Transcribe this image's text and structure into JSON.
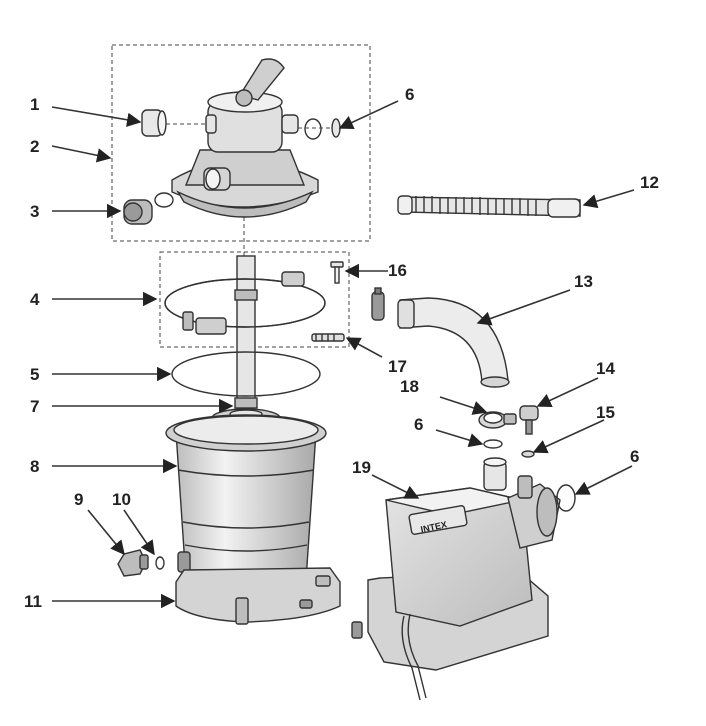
{
  "callouts": [
    "1",
    "2",
    "3",
    "4",
    "5",
    "6",
    "7",
    "8",
    "9",
    "10",
    "11",
    "12",
    "13",
    "14",
    "15",
    "16",
    "17",
    "18",
    "19"
  ],
  "brand_label": "INTEX",
  "colors": {
    "line": "#333333",
    "fill_light": "#e6e6e6",
    "fill_mid": "#cfcfcf",
    "fill_dark": "#9a9a9a",
    "background": "#ffffff"
  }
}
